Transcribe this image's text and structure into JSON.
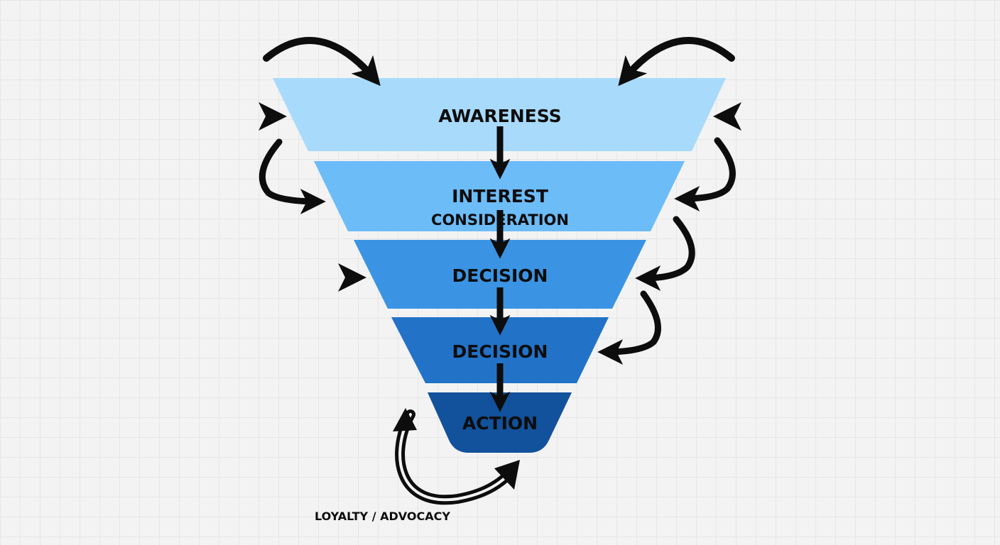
{
  "funnel": {
    "stages": [
      {
        "label": "AWARENESS",
        "color": "#a8dafb"
      },
      {
        "label": "INTEREST",
        "sublabel": "CONSIDERATION",
        "color": "#6cbcf8"
      },
      {
        "label": "DECISION",
        "color": "#3b94e3"
      },
      {
        "label": "DECISION",
        "color": "#2272c8"
      },
      {
        "label": "ACTION",
        "color": "#12519b"
      }
    ],
    "loop_label": "LOYALTY / ADVOCACY"
  },
  "colors": {
    "arrow": "#0d0d0d",
    "background": "#f3f3f3",
    "grid": "#e6e6e6"
  }
}
